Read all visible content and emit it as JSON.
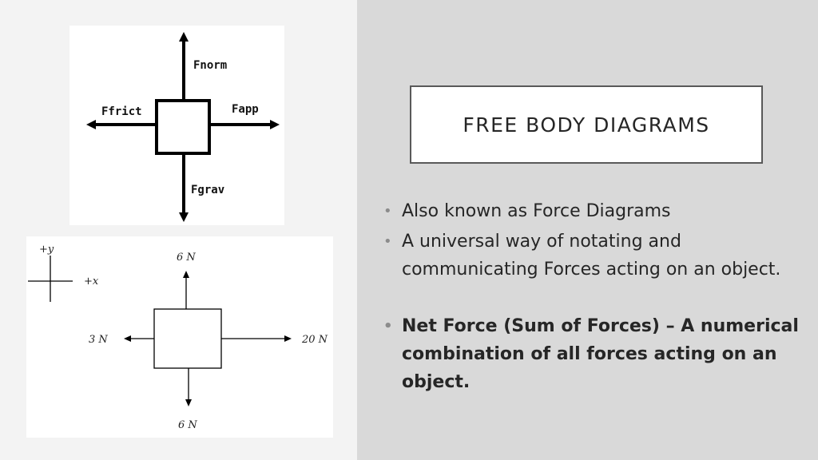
{
  "slide": {
    "title": "FREE BODY DIAGRAMS",
    "bullets": [
      "Also known as Force Diagrams",
      "A universal way of notating and communicating Forces acting on an object.",
      "Net Force (Sum of Forces) – A numerical combination of all forces acting on an object."
    ]
  },
  "figure1": {
    "labels": {
      "up": "Fnorm",
      "left": "Ffrict",
      "right": "Fapp",
      "down": "Fgrav"
    }
  },
  "figure2": {
    "axes": {
      "y": "+y",
      "x": "+x"
    },
    "labels": {
      "up": "6 N",
      "left": "3 N",
      "right": "20 N",
      "down": "6 N"
    }
  },
  "colors": {
    "left_bg": "#f3f3f3",
    "right_bg": "#d9d9d9",
    "text": "#262626",
    "bullet_dot": "#8c8c8c"
  }
}
